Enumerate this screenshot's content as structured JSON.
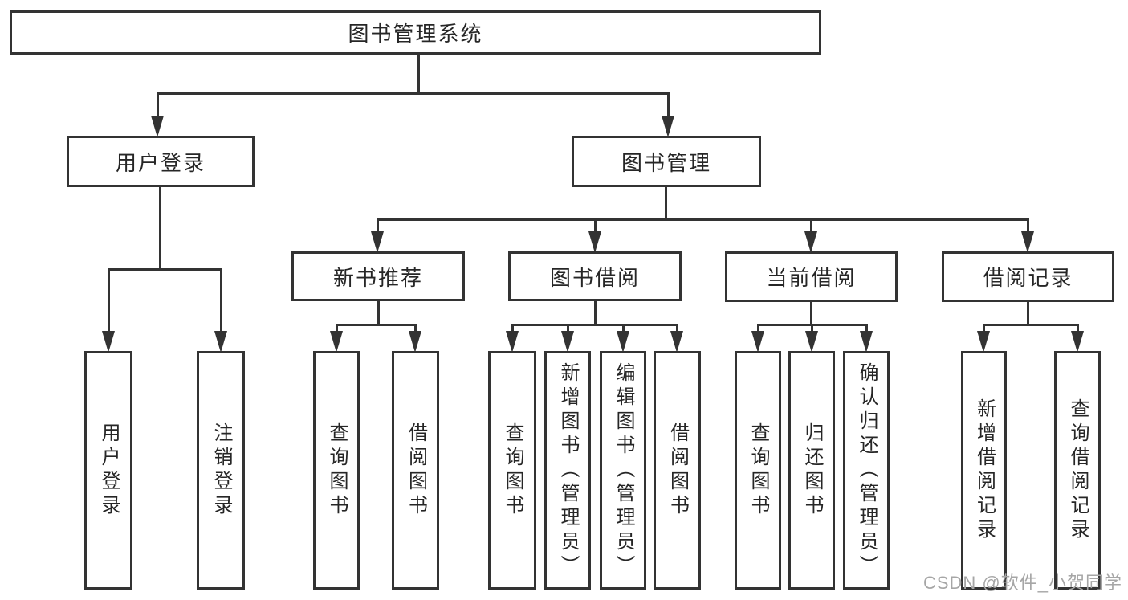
{
  "nodes": {
    "root": {
      "label": "图书管理系统"
    },
    "login": {
      "label": "用户登录",
      "children": [
        {
          "label": "用户登录"
        },
        {
          "label": "注销登录"
        }
      ]
    },
    "management": {
      "label": "图书管理",
      "children": [
        {
          "label": "新书推荐",
          "children": [
            {
              "label": "查询图书"
            },
            {
              "label": "借阅图书"
            }
          ]
        },
        {
          "label": "图书借阅",
          "children": [
            {
              "label": "查询图书"
            },
            {
              "label": "新增图书（管理员）"
            },
            {
              "label": "编辑图书（管理员）"
            },
            {
              "label": "借阅图书"
            }
          ]
        },
        {
          "label": "当前借阅",
          "children": [
            {
              "label": "查询图书"
            },
            {
              "label": "归还图书"
            },
            {
              "label": "确认归还（管理员）"
            }
          ]
        },
        {
          "label": "借阅记录",
          "children": [
            {
              "label": "新增借阅记录"
            },
            {
              "label": "查询借阅记录"
            }
          ]
        }
      ]
    }
  },
  "watermark": {
    "text": "CSDN @软件_小贺同学"
  },
  "colors": {
    "line": "#333333",
    "text": "#262626",
    "background": "#ffffff",
    "watermark": "#a6a6a6"
  }
}
